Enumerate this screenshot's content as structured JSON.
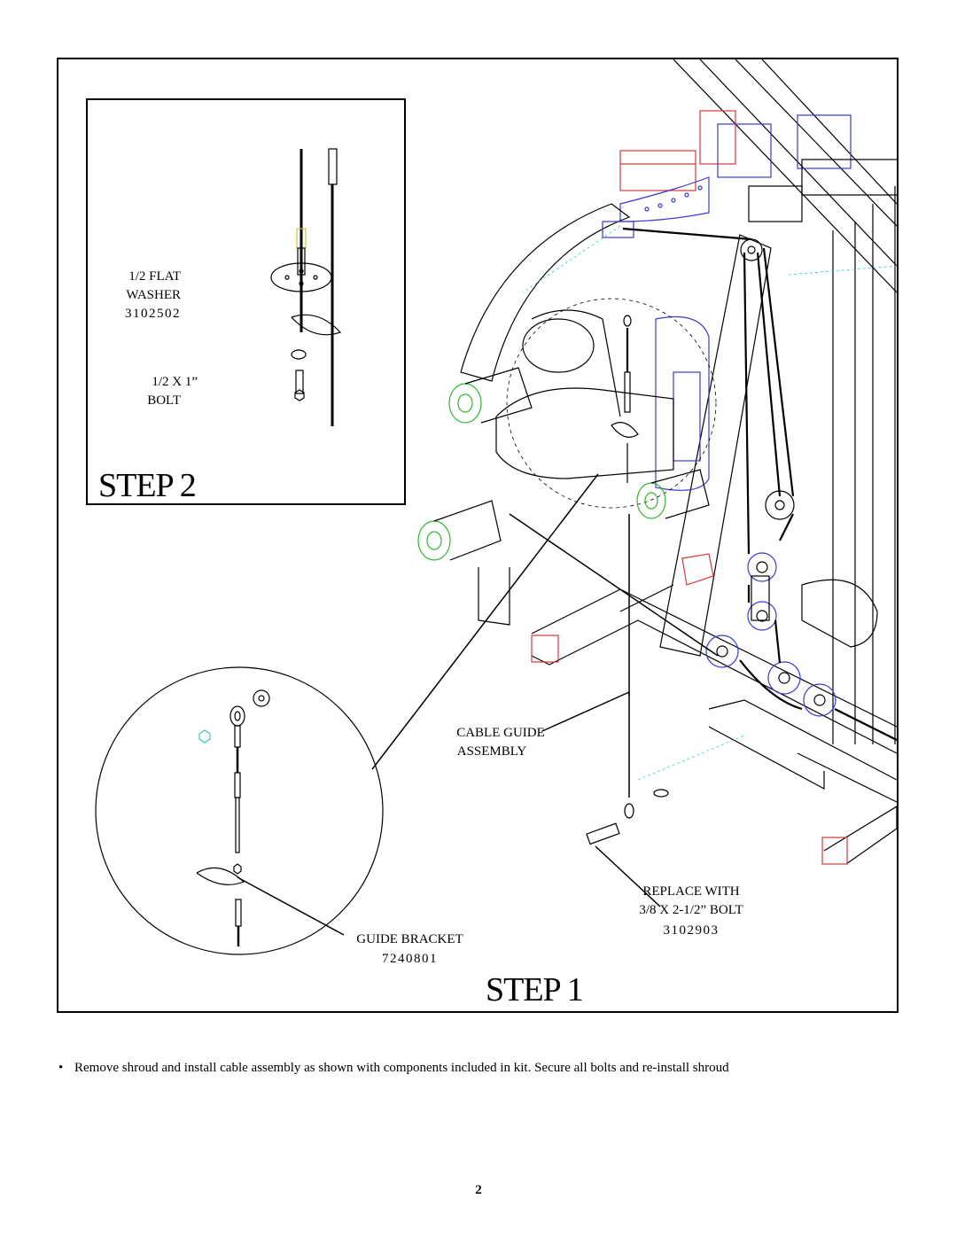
{
  "step2": {
    "title": "STEP 2",
    "washer_line1": "1/2 FLAT",
    "washer_line2": "WASHER",
    "washer_part": "3102502",
    "bolt_line1": "1/2 X 1”",
    "bolt_line2": "BOLT"
  },
  "step1": {
    "title": "STEP 1",
    "cable_guide_line1": "CABLE GUIDE",
    "cable_guide_line2": "ASSEMBLY",
    "replace_line1": "REPLACE WITH",
    "replace_line2": "3/8 X 2-1/2” BOLT",
    "replace_part": "3102903",
    "guide_bracket": "GUIDE BRACKET",
    "guide_bracket_part": "7240801"
  },
  "instruction": "Remove shroud and install cable assembly as shown with components included in  kit.  Secure all bolts and re-install shroud",
  "bullet": "•",
  "page_number": "2",
  "colors": {
    "outline": "#000000",
    "accent_blue": "#3a3ad6",
    "accent_green": "#2fb82f",
    "accent_red": "#d63a3a",
    "accent_cyan": "#3ac6c6"
  }
}
